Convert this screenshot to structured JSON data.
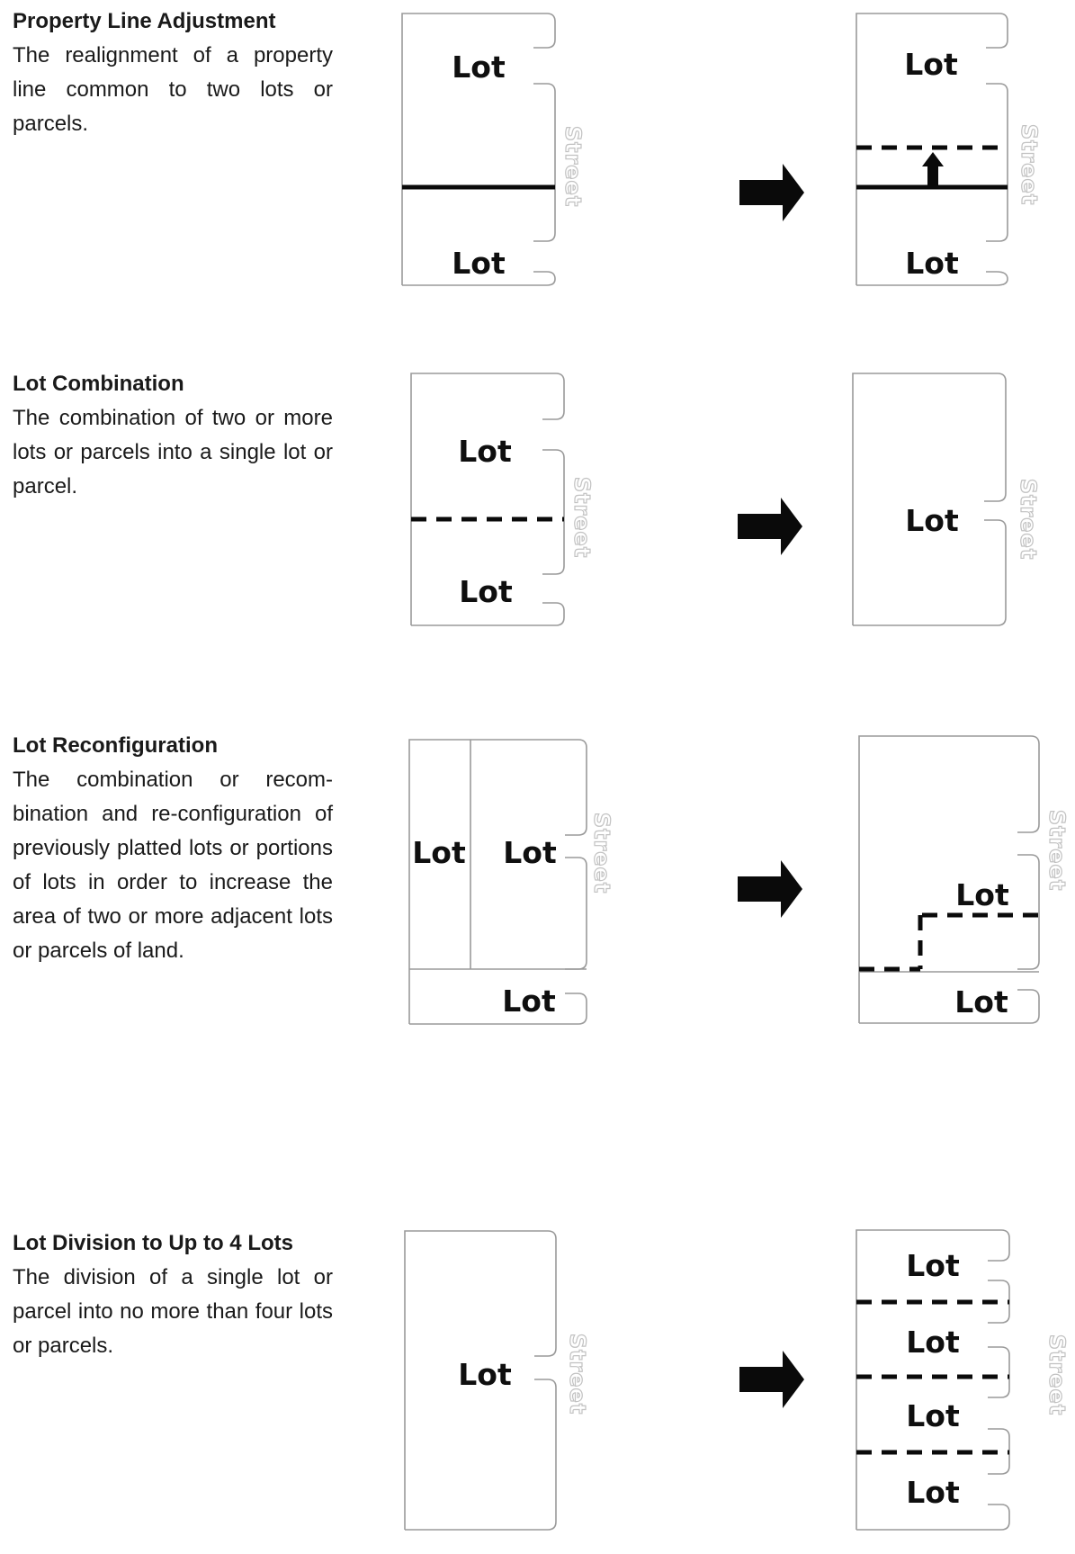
{
  "labels": {
    "lot": "Lot",
    "street": "Street"
  },
  "colors": {
    "parcel_outline": "#9a9a9a",
    "street_text": "#c2c2c2",
    "property_line": "#0a0a0a",
    "arrow": "#0a0a0a",
    "background": "#ffffff"
  },
  "sections": [
    {
      "title": "Property Line Adjustment",
      "body": "The realignment of a property line common to two lots or parcels."
    },
    {
      "title": "Lot Combination",
      "body": "The combination of two or more lots or parcels into a single lot or parcel."
    },
    {
      "title": "Lot Reconfiguration",
      "body": "The combination or recom-bination and re-configuration of previously platted lots or portions of lots in order to increase the area of two or more adjacent lots or parcels of land."
    },
    {
      "title": "Lot Division to Up to 4 Lots",
      "body": "The division of a single lot or parcel into no more than four lots or parcels."
    }
  ]
}
